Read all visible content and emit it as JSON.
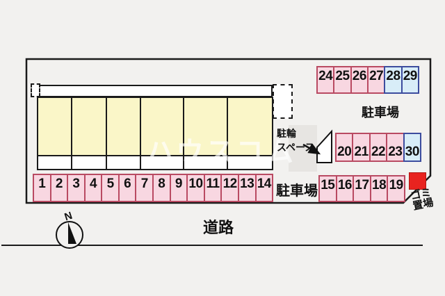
{
  "labels": {
    "parking_lot_top": "駐車場",
    "parking_lot_bottom": "駐車場",
    "bicycle_space_line1": "駐輪",
    "bicycle_space_line2": "スペース",
    "garbage_line1": "ゴミ",
    "garbage_line2": "置場",
    "road": "道路",
    "compass_north": "N"
  },
  "watermark": {
    "text": "ハウスコム"
  },
  "building": {
    "unit_count": 6
  },
  "parking_rows": [
    {
      "name": "spaces-1-14",
      "spaces": [
        "1",
        "2",
        "3",
        "4",
        "5",
        "6",
        "7",
        "8",
        "9",
        "10",
        "11",
        "12",
        "13",
        "14"
      ]
    },
    {
      "name": "spaces-15-19",
      "spaces": [
        "15",
        "16",
        "17",
        "18",
        "19"
      ]
    },
    {
      "name": "spaces-20-30",
      "spaces": [
        "20",
        "21",
        "22",
        "23",
        "30"
      ]
    },
    {
      "name": "spaces-24-29",
      "spaces": [
        "24",
        "25",
        "26",
        "27",
        "28",
        "29"
      ]
    }
  ],
  "blue_spaces": [
    "28",
    "29",
    "30"
  ],
  "colors": {
    "space_pink_fill": "#f8d7e1",
    "space_pink_border": "#b94a62",
    "space_blue_fill": "#d8edf8",
    "space_blue_border": "#3c4c9e",
    "building_fill": "#faf6c8",
    "garbage_red": "#e8231f",
    "outline": "#1a1a1a"
  }
}
